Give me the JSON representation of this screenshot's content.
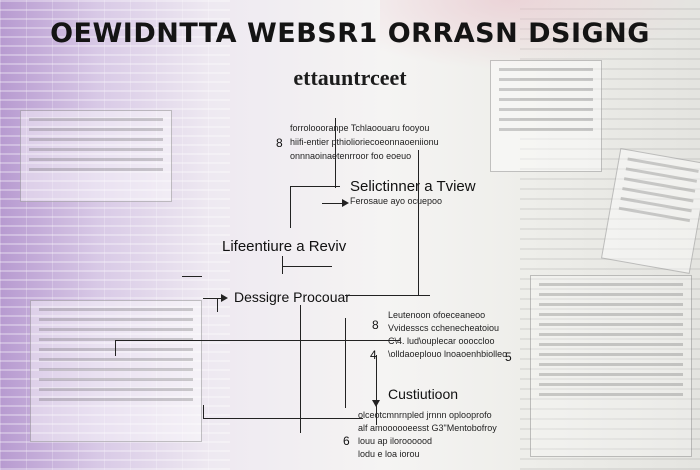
{
  "title": "OEWIDNTTA WEBSR1 ORRASN DSIGNG",
  "subtitle": "ettauntrceet",
  "nodes": {
    "selection": "Selictinner a Tview",
    "literature": "Lifeentiure a Reviv",
    "procedure": "Dessigre Procouar",
    "custom": "Custiutioon"
  },
  "notes": {
    "top": [
      "forroloooranpe Tchlaoouaru fooyou",
      "hiifi-entier pthiolioriecoeonnaoeniionu",
      "onnnaoinaetenrroor  foo eoeuo"
    ],
    "top_mark": "8",
    "selection_sub": "Ferosaue ayo ocuepoo",
    "right": [
      "Leutenoon ofoeceaneoo",
      "Vvidesscs cchenecheatoiou",
      "C\\4. lud\\ouplecar oooccloo",
      "\\olldaoeplouo lnoaoenhbiolleo"
    ],
    "right_marks": [
      "8",
      "4",
      "5"
    ],
    "bottom": [
      "olceotcmnrnpled  jrnnn oplooprofo",
      "alf amoooooeesst G3\"Mentobofroy",
      "louu ap iloroooood",
      "lodu e loa iorou"
    ],
    "bottom_mark": "6"
  }
}
